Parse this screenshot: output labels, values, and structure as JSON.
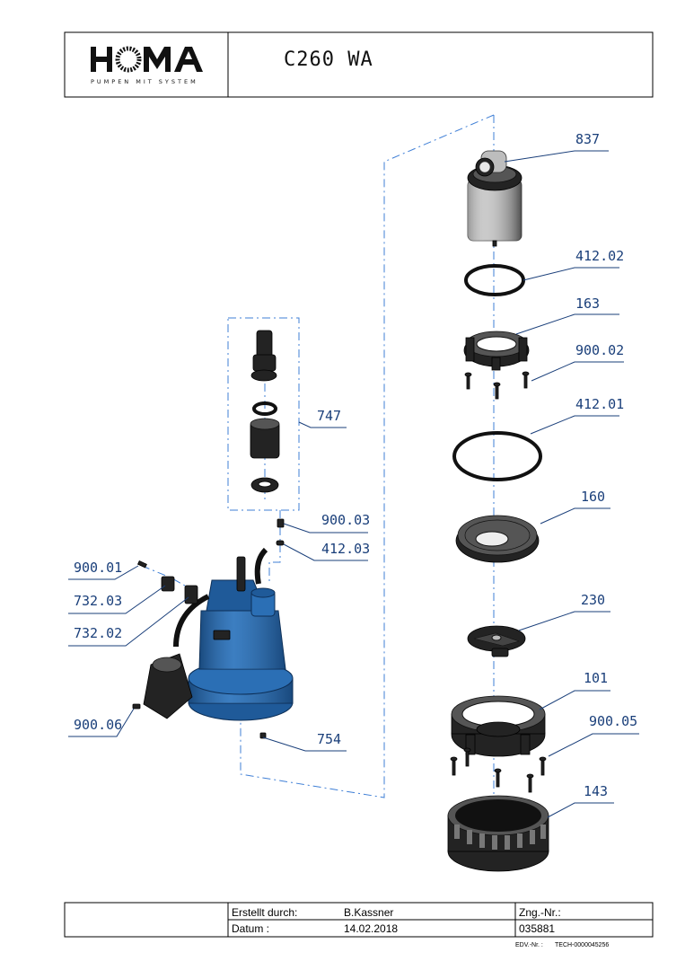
{
  "header": {
    "logo_text": "HOMA",
    "logo_tagline": "PUMPEN MIT SYSTEM",
    "drawing_title": "C260 WA"
  },
  "parts": {
    "p837": "837",
    "p412_02": "412.02",
    "p163": "163",
    "p900_02": "900.02",
    "p412_01": "412.01",
    "p160": "160",
    "p230": "230",
    "p101": "101",
    "p900_05": "900.05",
    "p143": "143",
    "p747": "747",
    "p900_03": "900.03",
    "p412_03": "412.03",
    "p900_01": "900.01",
    "p732_03": "732.03",
    "p732_02": "732.02",
    "p900_06": "900.06",
    "p754": "754"
  },
  "title_block": {
    "created_by_label": "Erstellt durch:",
    "created_by_value": "B.Kassner",
    "date_label": "Datum :",
    "date_value": "14.02.2018",
    "drawing_no_label": "Zng.-Nr.:",
    "drawing_no_value": "035881",
    "edv_label": "EDV.-Nr. :",
    "edv_value": "TECH-0000045256"
  },
  "colors": {
    "leader": "#1a3f7a",
    "axis": "#3f7fd6",
    "pump_body": "#2b6fb5",
    "parts": "#232323"
  }
}
